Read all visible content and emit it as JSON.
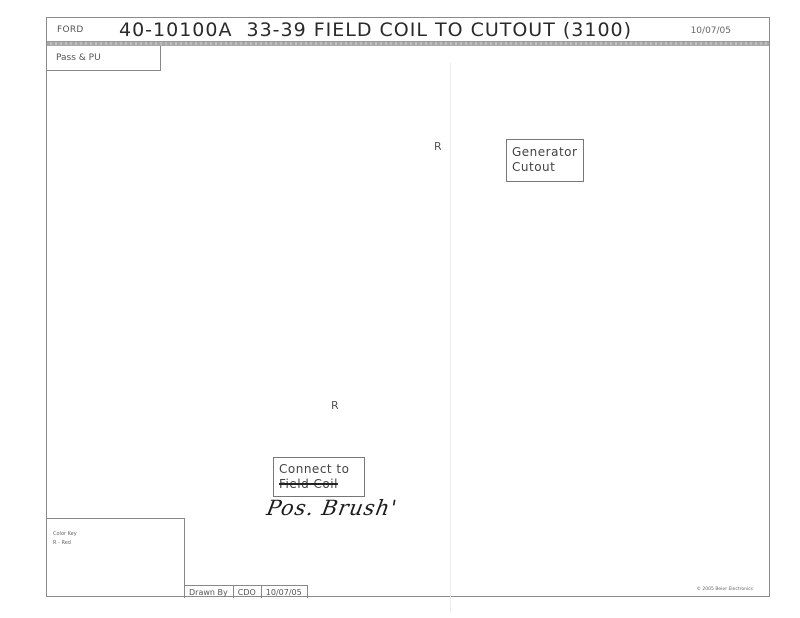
{
  "header": {
    "make": "FORD",
    "part_number": "40-10100A",
    "title": "33-39 FIELD COIL TO CUTOUT (3100)",
    "date": "10/07/05"
  },
  "application": "Pass & PU",
  "terminals": {
    "top": {
      "label_line1": "Generator",
      "label_line2": "Cutout",
      "type": "ring-terminal"
    },
    "bottom": {
      "label_line1": "Connect to",
      "label_line2": "Field Coil",
      "type": "spade-terminal",
      "label_line2_struck": true
    }
  },
  "wire": {
    "color_code": "R",
    "color_name": "Red",
    "label_top": "R",
    "label_bottom": "R"
  },
  "handwritten_note": "Pos. Brush'",
  "color_key": {
    "title": "Color Key",
    "entries": [
      "R - Red"
    ]
  },
  "footer": {
    "drawn_by_label": "Drawn By",
    "drawn_by": "CDO",
    "drawn_date": "10/07/05",
    "copyright": "© 2005 Beier Electronics"
  },
  "colors": {
    "border": "#8a8a8a",
    "wire_fill": "#b8b8b8",
    "terminal_sleeve": "#111111"
  }
}
